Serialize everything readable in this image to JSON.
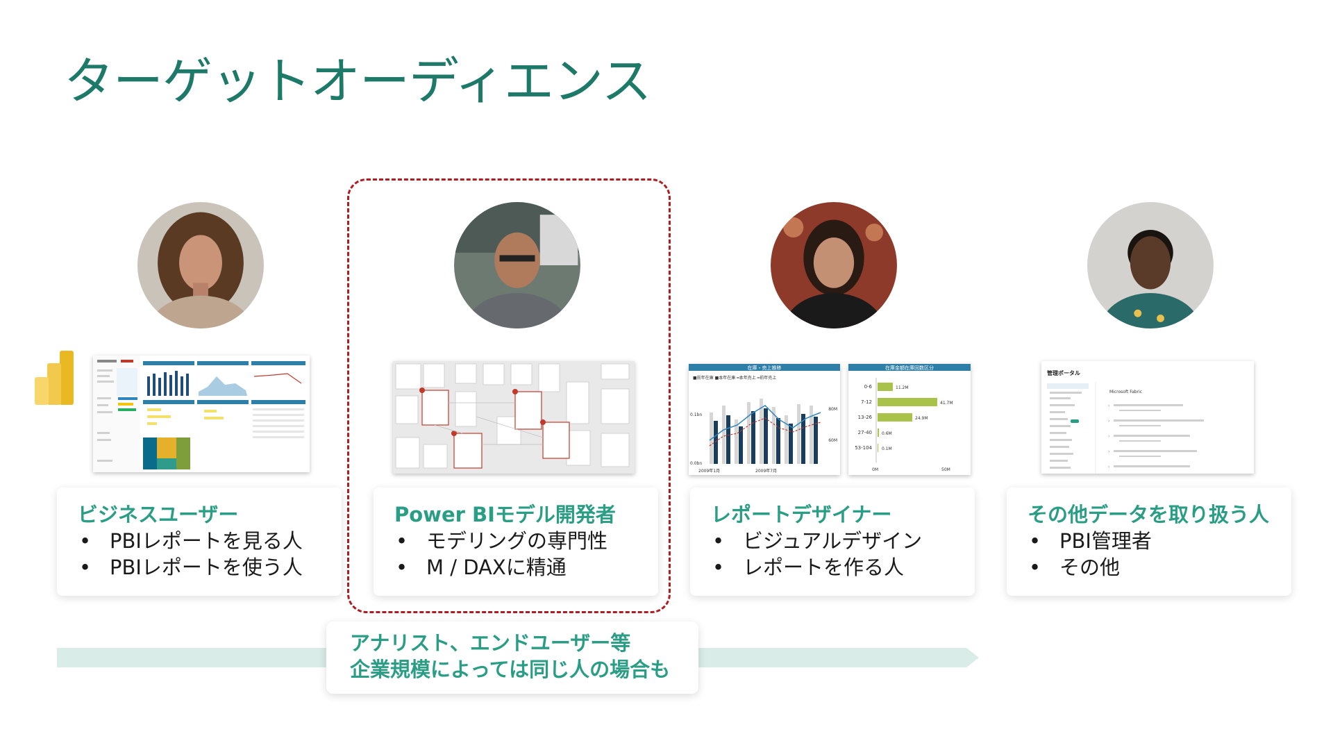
{
  "page": {
    "title": "ターゲットオーディエンス"
  },
  "personas": [
    {
      "title": "ビジネスユーザー",
      "bullets": [
        "PBIレポートを見る人",
        "PBIレポートを使う人"
      ]
    },
    {
      "title": "Power BIモデル開発者",
      "bullets": [
        "モデリングの専門性",
        "M / DAXに精通"
      ]
    },
    {
      "title": "レポートデザイナー",
      "bullets": [
        "ビジュアルデザイン",
        "レポートを作る人"
      ]
    },
    {
      "title": "その他データを取り扱う人",
      "bullets": [
        "PBI管理者",
        "その他"
      ]
    }
  ],
  "bullet_symbol": "•",
  "note": {
    "line1": "アナリスト、エンドユーザー等",
    "line2": "企業規模によっては同じ人の場合も"
  },
  "report_designer_shot": {
    "chart1_title": "在庫・売上推移",
    "chart1_legend": "■前年在庫 ■本年在庫 ━本年売上 ━前年売上",
    "chart1_y_left": [
      "0.1bn",
      "0.0bn"
    ],
    "chart1_y_right": [
      "80M",
      "60M"
    ],
    "chart1_x": [
      "2009年1月",
      "2009年7月"
    ],
    "chart2_title": "在庫金額在庫回数区分",
    "chart2_categories": [
      "0-6",
      "7-12",
      "13-26",
      "27-40",
      "53-104"
    ],
    "chart2_labels": [
      "11.2M",
      "41.7M",
      "24.9M",
      "0.6M",
      "0.1M"
    ],
    "chart2_x": [
      "0M",
      "50M"
    ]
  },
  "admin_shot": {
    "title": "管理ポータル",
    "right_header": "Microsoft Fabric"
  },
  "colors": {
    "teal_title": "#1e7a68",
    "teal_text": "#2a9d85",
    "red_dash": "#b01c22",
    "arrow": "#d9ece7"
  }
}
